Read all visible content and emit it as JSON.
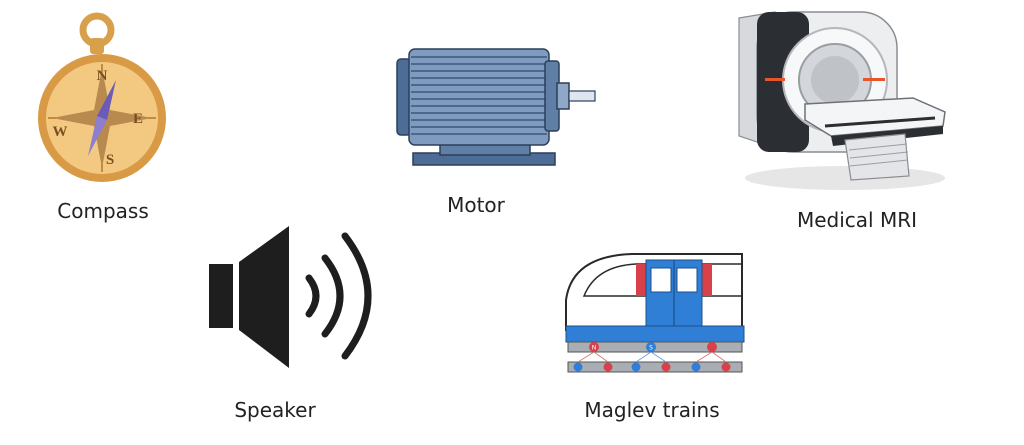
{
  "items": {
    "compass": {
      "label": "Compass",
      "icon": "compass-icon"
    },
    "motor": {
      "label": "Motor",
      "icon": "motor-icon"
    },
    "mri": {
      "label": "Medical MRI",
      "icon": "mri-scanner-icon"
    },
    "speaker": {
      "label": "Speaker",
      "icon": "speaker-icon"
    },
    "maglev": {
      "label": "Maglev trains",
      "icon": "maglev-train-icon"
    }
  },
  "compass_letters": {
    "n": "N",
    "e": "E",
    "s": "S",
    "w": "W"
  },
  "maglev_magnets": {
    "n": "N",
    "s": "S"
  },
  "colors": {
    "compass_gold": "#e8b25a",
    "motor_blue": "#5f7fa6",
    "train_blue": "#2f7fd6",
    "train_red": "#d9414a",
    "mri_orange": "#e8552a"
  }
}
